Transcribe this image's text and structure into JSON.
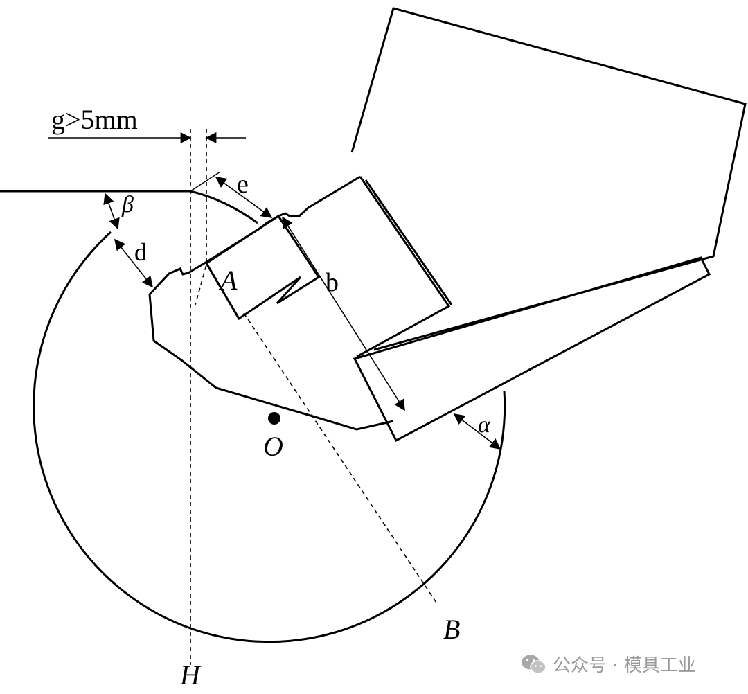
{
  "labels": {
    "g": "g>5mm",
    "e": "e",
    "beta": "β",
    "d": "d",
    "A": "A",
    "b": "b",
    "O": "O",
    "alpha": "α",
    "B": "B",
    "H": "H"
  },
  "watermark": {
    "text": "公众号 · 模具工业",
    "icon": "wechat-icon"
  }
}
